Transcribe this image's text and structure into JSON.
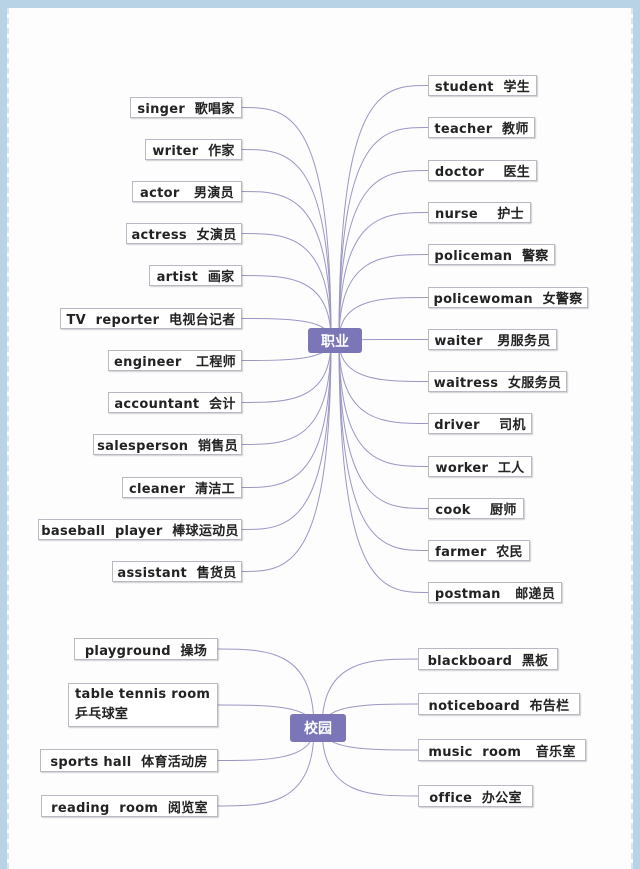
{
  "hubs": {
    "occupation": "职业",
    "campus": "校园"
  },
  "occupation_left": [
    "singer  歌唱家",
    "writer  作家",
    "actor   男演员",
    "actress  女演员",
    "artist  画家",
    "TV  reporter  电视台记者",
    "engineer   工程师",
    "accountant  会计",
    "salesperson  销售员",
    "cleaner  清洁工",
    "baseball  player  棒球运动员",
    "assistant  售货员"
  ],
  "occupation_right": [
    "student  学生",
    "teacher  教师",
    "doctor    医生",
    "nurse    护士",
    "policeman  警察",
    "policewoman  女警察",
    "waiter   男服务员",
    "waitress  女服务员",
    "driver    司机",
    "worker  工人",
    "cook    厨师",
    "farmer  农民",
    "postman   邮递员"
  ],
  "campus_left": [
    "playground  操场",
    "table tennis room",
    "乒乓球室",
    "sports hall  体育活动房",
    "reading  room  阅览室"
  ],
  "campus_right": [
    "blackboard  黑板",
    "noticeboard  布告栏",
    "music  room   音乐室",
    "office  办公室"
  ],
  "colors": {
    "hub": "#7b76b8",
    "line": "#9a97c4",
    "node_border": "#b9b9c4",
    "frame": "#b9d3e6"
  }
}
